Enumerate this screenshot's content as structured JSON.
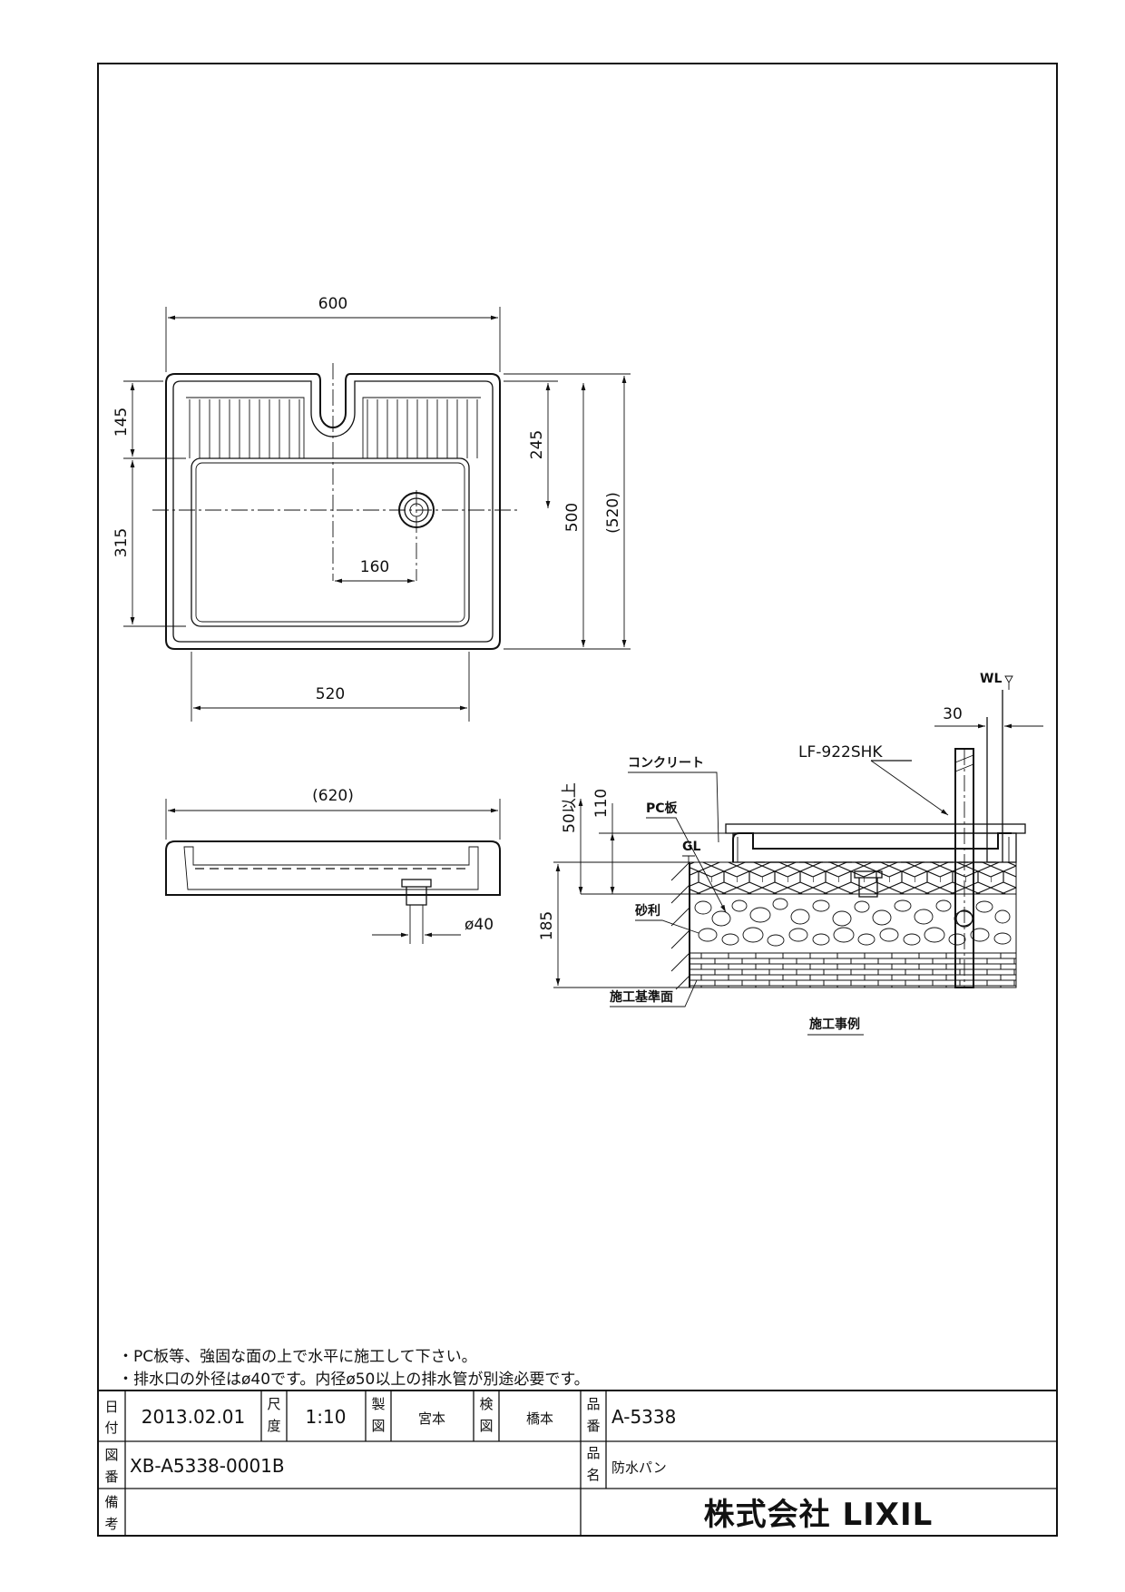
{
  "drawing": {
    "dimensions": {
      "top_width": "600",
      "bottom_width": "520",
      "rim_depth": "145",
      "tray_depth": "315",
      "drain_offset_y": "245",
      "inner_depth": "500",
      "overall_depth": "(520)",
      "drain_offset_x": "160",
      "side_width": "(620)",
      "drain_outer": "ø40"
    },
    "section": {
      "concrete": "コンクリート",
      "pc_board": "PC板",
      "gl": "GL",
      "gravel": "砂利",
      "base_surface": "施工基準面",
      "faucet": "LF-922SHK",
      "wl": "WL",
      "dim_30": "30",
      "dim_110": "110",
      "dim_50_over": "50以上",
      "dim_185": "185",
      "caption": "施工事例"
    }
  },
  "notes": [
    "・PC板等、強固な面の上で水平に施工して下さい。",
    "・排水口の外径はø40です。内径ø50以上の排水管が別途必要です。"
  ],
  "title_block": {
    "date_label_1": "日",
    "date_label_2": "付",
    "date": "2013.02.01",
    "scale_label_1": "尺",
    "scale_label_2": "度",
    "scale": "1:10",
    "drawn_label_1": "製",
    "drawn_label_2": "図",
    "drawn_by": "宮本",
    "checked_label_1": "検",
    "checked_label_2": "図",
    "checked_by": "橋本",
    "part_no_label_1": "品",
    "part_no_label_2": "番",
    "part_no": "A-5338",
    "drawing_no_label_1": "図",
    "drawing_no_label_2": "番",
    "drawing_no": "XB-A5338-0001B",
    "name_label_1": "品",
    "name_label_2": "名",
    "product_name": "防水パン",
    "remarks_label_1": "備",
    "remarks_label_2": "考",
    "company": "株式会社 LIXIL"
  }
}
